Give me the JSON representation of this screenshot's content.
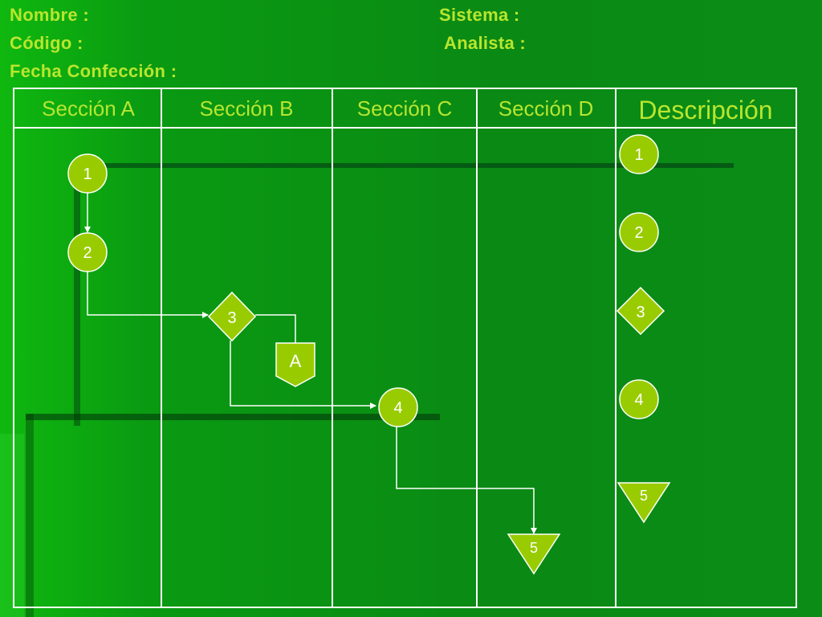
{
  "header": {
    "nombre_label": "Nombre :",
    "codigo_label": "Código :",
    "fecha_label": "Fecha Confección :",
    "sistema_label": "Sistema :",
    "analista_label": "Analista :"
  },
  "table": {
    "columns": [
      "Sección A",
      "Sección B",
      "Sección C",
      "Sección D",
      "Descripción"
    ]
  },
  "flow": {
    "nodes": [
      {
        "id": "n1",
        "shape": "circle",
        "label": "1",
        "lane": "Sección A"
      },
      {
        "id": "n2",
        "shape": "circle",
        "label": "2",
        "lane": "Sección A"
      },
      {
        "id": "n3",
        "shape": "diamond",
        "label": "3",
        "lane": "Sección B"
      },
      {
        "id": "nA",
        "shape": "pentagon",
        "label": "A",
        "lane": "Sección B"
      },
      {
        "id": "n4",
        "shape": "circle",
        "label": "4",
        "lane": "Sección C"
      },
      {
        "id": "n5",
        "shape": "triangle",
        "label": "5",
        "lane": "Sección D"
      }
    ],
    "edges": [
      {
        "from": "1",
        "to": "2"
      },
      {
        "from": "2",
        "to": "3"
      },
      {
        "from": "3",
        "to": "A"
      },
      {
        "from": "3",
        "to": "4"
      },
      {
        "from": "4",
        "to": "5"
      }
    ]
  },
  "legend": [
    {
      "shape": "circle",
      "label": "1"
    },
    {
      "shape": "circle",
      "label": "2"
    },
    {
      "shape": "diamond",
      "label": "3"
    },
    {
      "shape": "circle",
      "label": "4"
    },
    {
      "shape": "triangle",
      "label": "5"
    }
  ],
  "colors": {
    "background": "#0a8a14",
    "shape_fill": "#99cc00",
    "accent_text": "#b8e62e",
    "lines": "#ffffff"
  }
}
